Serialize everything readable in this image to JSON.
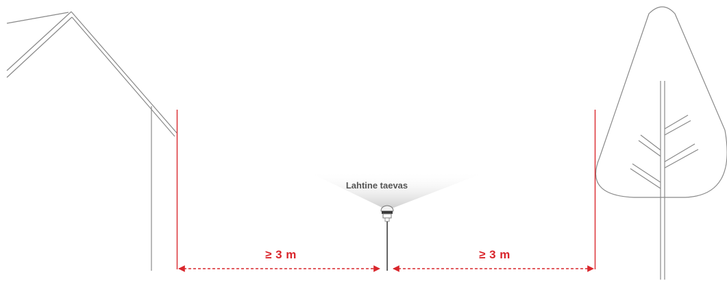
{
  "sky_label": "Lahtine taevas",
  "distance_left": "≥ 3 m",
  "distance_right": "≥ 3 m",
  "icons": [
    "house-icon",
    "gnss-receiver-icon",
    "tree-icon"
  ],
  "colors": {
    "outline": "#888888",
    "accent": "#d9262c",
    "sky_gradient": "#cfcfcf"
  }
}
